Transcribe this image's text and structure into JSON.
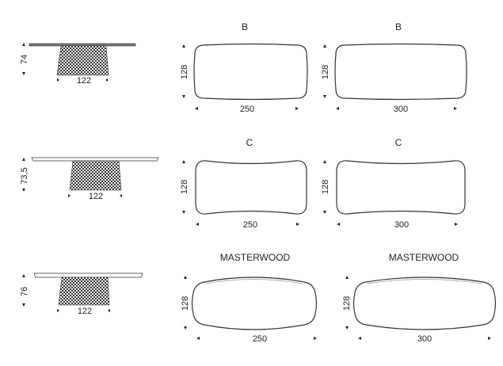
{
  "rows": [
    {
      "title": "B",
      "side_height": "74",
      "base_width": "122",
      "depth": "128",
      "widths": [
        "250",
        "300"
      ]
    },
    {
      "title": "C",
      "side_height": "73,5",
      "base_width": "122",
      "depth": "128",
      "widths": [
        "250",
        "300"
      ]
    },
    {
      "title": "MASTERWOOD",
      "side_height": "76",
      "base_width": "122",
      "depth": "128",
      "widths": [
        "250",
        "300"
      ]
    }
  ]
}
